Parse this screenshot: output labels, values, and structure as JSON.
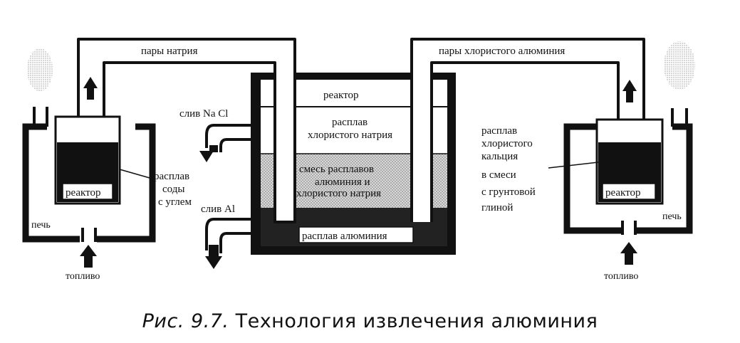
{
  "caption": {
    "figure_number": "Рис. 9.7.",
    "title": "Технология извлечения алюминия"
  },
  "labels": {
    "sodium_vapor": "пары натрия",
    "aluminum_chloride_vapor": "пары хлористого алюминия",
    "central_reactor": "реактор",
    "sodium_chloride_melt_line1": "расплав",
    "sodium_chloride_melt_line2": "хлористого натрия",
    "mixture_line1": "смесь расплавов",
    "mixture_line2": "алюминия и",
    "mixture_line3": "хлористого натрия",
    "aluminum_melt": "расплав алюминия",
    "drain_nacl": "слив Na Cl",
    "drain_al": "слив Al",
    "left_reactor": "реактор",
    "soda_melt_line1": "расплав",
    "soda_melt_line2": "соды",
    "soda_melt_line3": "с углем",
    "left_furnace": "печь",
    "left_fuel": "топливо",
    "calcium_chloride_line1": "расплав",
    "calcium_chloride_line2": "хлористого",
    "calcium_chloride_line3": "кальция",
    "calcium_chloride_line4": "в смеси",
    "calcium_chloride_line5": "с грунтовой",
    "calcium_chloride_line6": "глиной",
    "right_reactor": "реактор",
    "right_furnace": "печь",
    "right_fuel": "топливо"
  }
}
